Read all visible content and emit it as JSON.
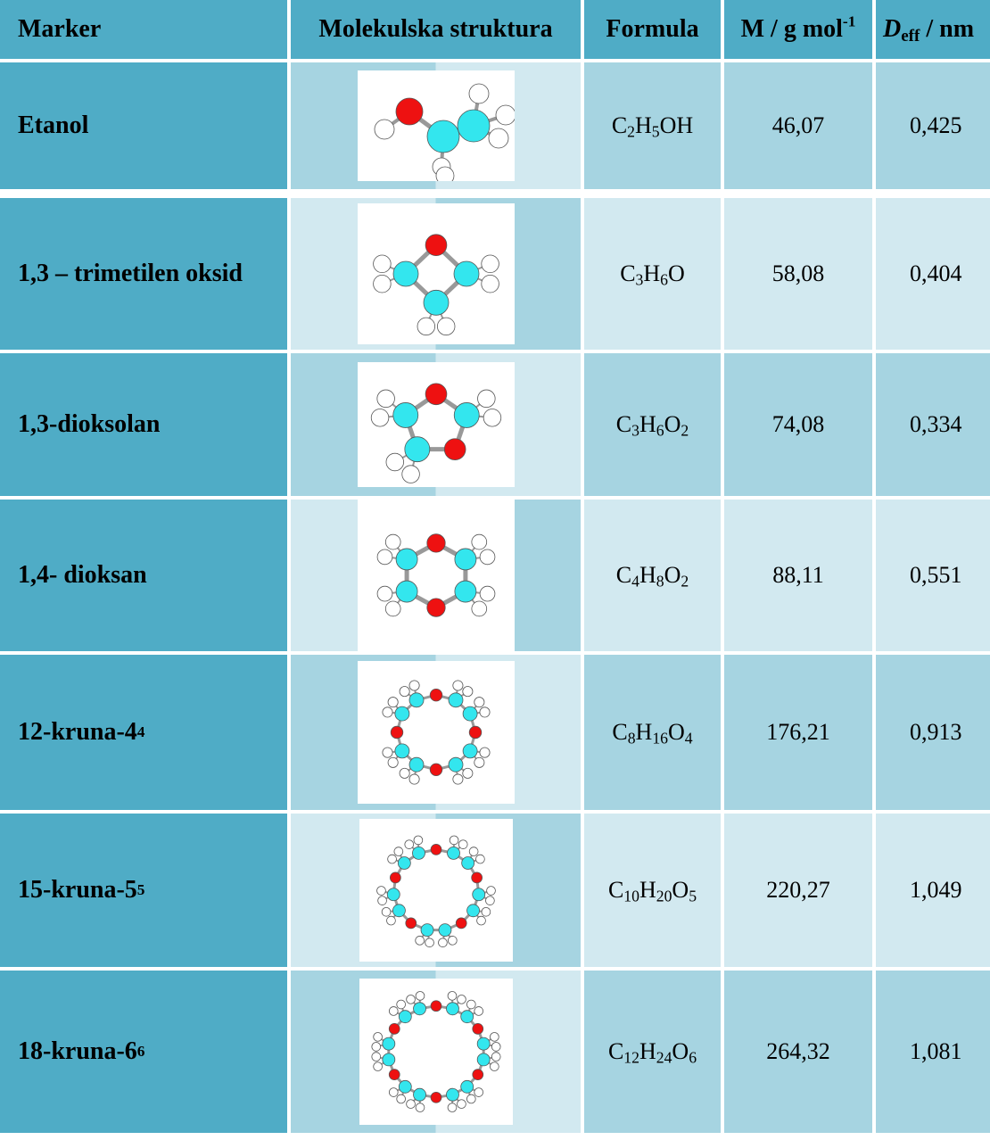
{
  "headers": {
    "marker": "Marker",
    "structure": "Molekulska struktura",
    "formula": "Formula",
    "molar_mass_main": "M / g mol",
    "molar_mass_sup": "-1",
    "deff_main": "D",
    "deff_sub": "eff",
    "deff_unit": " / nm"
  },
  "rows": [
    {
      "name": "Etanol",
      "name_sup": "",
      "formula": [
        {
          "t": "C"
        },
        {
          "s": "2"
        },
        {
          "t": "H"
        },
        {
          "s": "5"
        },
        {
          "t": "OH"
        }
      ],
      "mass": "46,07",
      "deff": "0,425"
    },
    {
      "name": "1,3 – trimetilen oksid",
      "name_sup": "",
      "formula": [
        {
          "t": "C"
        },
        {
          "s": "3"
        },
        {
          "t": "H"
        },
        {
          "s": "6"
        },
        {
          "t": "O"
        }
      ],
      "mass": "58,08",
      "deff": "0,404"
    },
    {
      "name": "1,3-dioksolan",
      "name_sup": "",
      "formula": [
        {
          "t": "C"
        },
        {
          "s": "3"
        },
        {
          "t": "H"
        },
        {
          "s": "6"
        },
        {
          "t": "O"
        },
        {
          "s": "2"
        }
      ],
      "mass": "74,08",
      "deff": "0,334"
    },
    {
      "name": "1,4- dioksan",
      "name_sup": "",
      "formula": [
        {
          "t": "C"
        },
        {
          "s": "4"
        },
        {
          "t": "H"
        },
        {
          "s": "8"
        },
        {
          "t": "O"
        },
        {
          "s": "2"
        }
      ],
      "mass": "88,11",
      "deff": "0,551"
    },
    {
      "name": "12-kruna-4",
      "name_sup": "4",
      "formula": [
        {
          "t": "C"
        },
        {
          "s": "8"
        },
        {
          "t": "H"
        },
        {
          "s": "16"
        },
        {
          "t": "O"
        },
        {
          "s": "4"
        }
      ],
      "mass": "176,21",
      "deff": "0,913"
    },
    {
      "name": "15-kruna-5",
      "name_sup": "5",
      "formula": [
        {
          "t": "C"
        },
        {
          "s": "10"
        },
        {
          "t": "H"
        },
        {
          "s": "20"
        },
        {
          "t": "O"
        },
        {
          "s": "5"
        }
      ],
      "mass": "220,27",
      "deff": "1,049"
    },
    {
      "name": "18-kruna-6",
      "name_sup": "6",
      "formula": [
        {
          "t": "C"
        },
        {
          "s": "12"
        },
        {
          "t": "H"
        },
        {
          "s": "24"
        },
        {
          "t": "O"
        },
        {
          "s": "6"
        }
      ],
      "mass": "264,32",
      "deff": "1,081"
    }
  ],
  "colors": {
    "header_bg": "#4facc6",
    "row_dark": "#a6d4e1",
    "row_light": "#d2e9f0",
    "carbon_atom": "#33e6ee",
    "oxygen_atom": "#ee1111",
    "hydrogen_atom": "#ffffff"
  }
}
